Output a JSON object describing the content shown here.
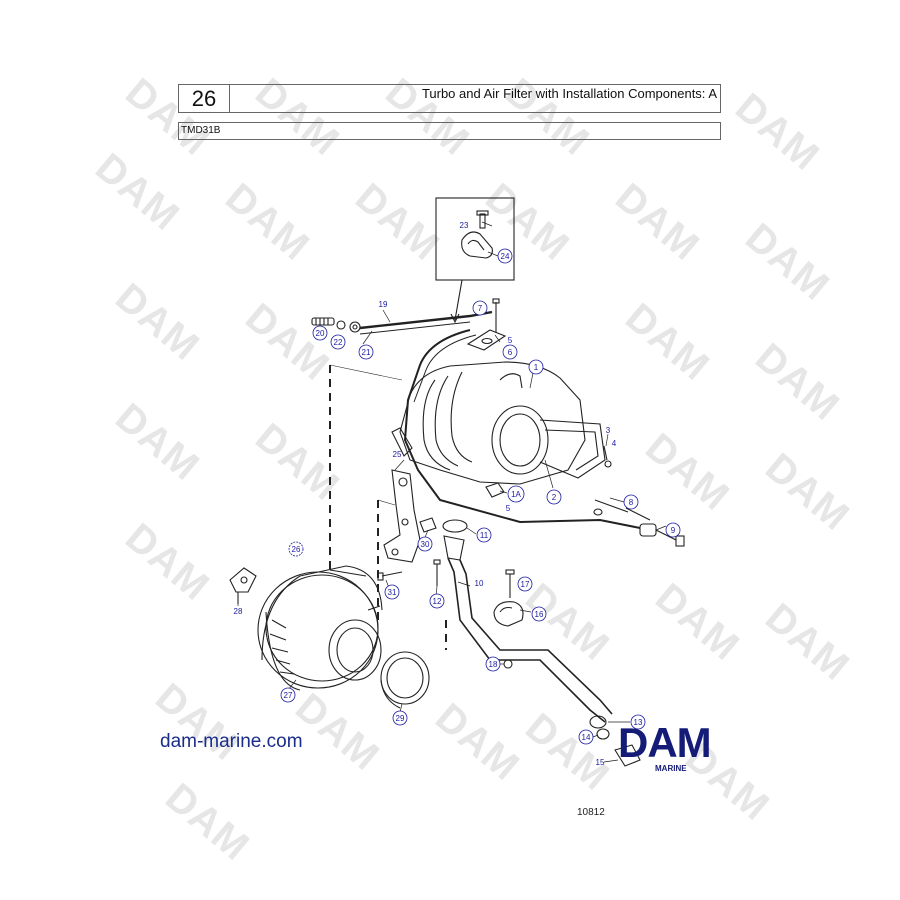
{
  "header": {
    "section_number": "26",
    "title": "Turbo and Air Filter with Installation Components: A",
    "model": "TMD31B"
  },
  "watermark": {
    "text": "DAM",
    "color": "#e6e6e6"
  },
  "footer": {
    "website": "dam-marine.com",
    "logo_text": "DAM",
    "logo_subtext": "MARINE",
    "drawing_number": "10812"
  },
  "colors": {
    "callout": "#1a1aa0",
    "brand": "#141c78",
    "line": "#222222"
  },
  "circled_callouts": [
    "24",
    "7",
    "20",
    "22",
    "21",
    "6",
    "1",
    "2",
    "1A",
    "8",
    "9",
    "11",
    "30",
    "12",
    "31",
    "17",
    "16",
    "18",
    "26",
    "28",
    "27",
    "29",
    "13",
    "14"
  ],
  "plain_callouts": [
    "23",
    "19",
    "5",
    "3",
    "4",
    "25",
    "5",
    "10",
    "15"
  ]
}
